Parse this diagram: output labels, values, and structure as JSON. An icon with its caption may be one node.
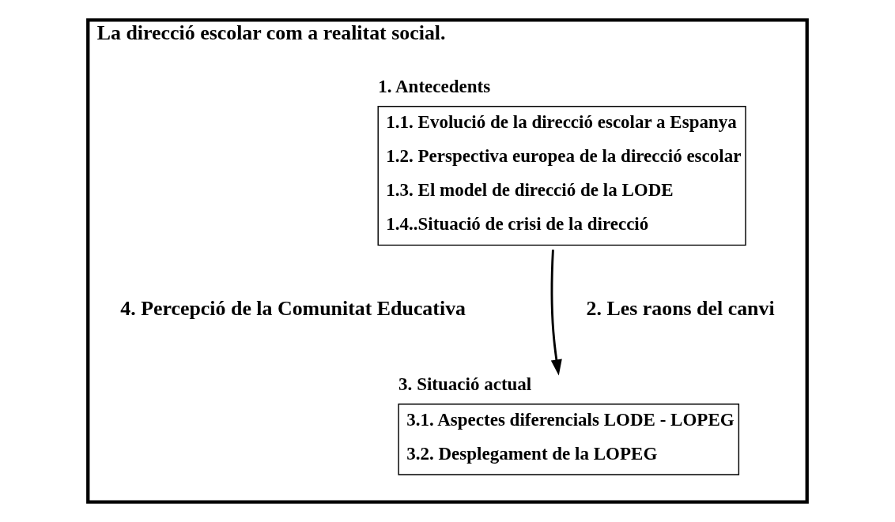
{
  "diagram": {
    "nodes": [
      {
        "text": [
          "La direcció escolar com a realitat social."
        ]
      },
      {
        "text": [
          "1. Antecedents",
          "1.1. Evolució de la direcció escolar a Espanya",
          "1.2. Perspectiva europea de la direcció escolar",
          "1.3. El model de direcció de la LODE",
          "1.4..Situació de crisi de la direcció"
        ],
        "in": 0
      },
      {
        "text": [
          "3. Situació actual",
          "3.1. Aspectes diferencials LODE - LOPEG",
          "3.2. Desplegament de la LOPEG"
        ],
        "in": 0
      }
    ],
    "edges": [
      {
        "from": 1,
        "to": 2,
        "arrow": "to"
      }
    ],
    "labels": [
      "2. Les raons del canvi",
      "4. Percepció de la Comunitat Educativa"
    ]
  }
}
